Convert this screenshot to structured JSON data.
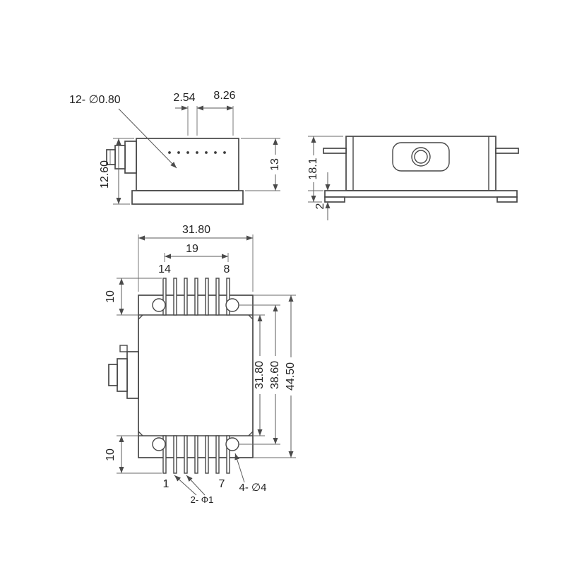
{
  "drawing": {
    "side_view": {
      "pins_label": "12- ∅0.80",
      "dim_pitch": "2.54",
      "dim_edge": "8.26",
      "dim_height_total": "12.60",
      "dim_height_body": "13"
    },
    "front_view": {
      "dim_height": "18.1",
      "dim_base_thickness": "2"
    },
    "top_view": {
      "dim_width": "31.80",
      "dim_pin_row": "19",
      "pin_top_left": "14",
      "pin_top_right": "8",
      "dim_pin_length_top": "10",
      "dim_pin_length_bottom": "10",
      "dim_body_length": "31.80",
      "dim_hole_span": "38.60",
      "dim_total_length": "44.50",
      "pin_bottom_left": "1",
      "pin_bottom_right": "7",
      "label_small_holes": "2- Φ1",
      "label_mount_holes": "4- ∅4"
    }
  }
}
